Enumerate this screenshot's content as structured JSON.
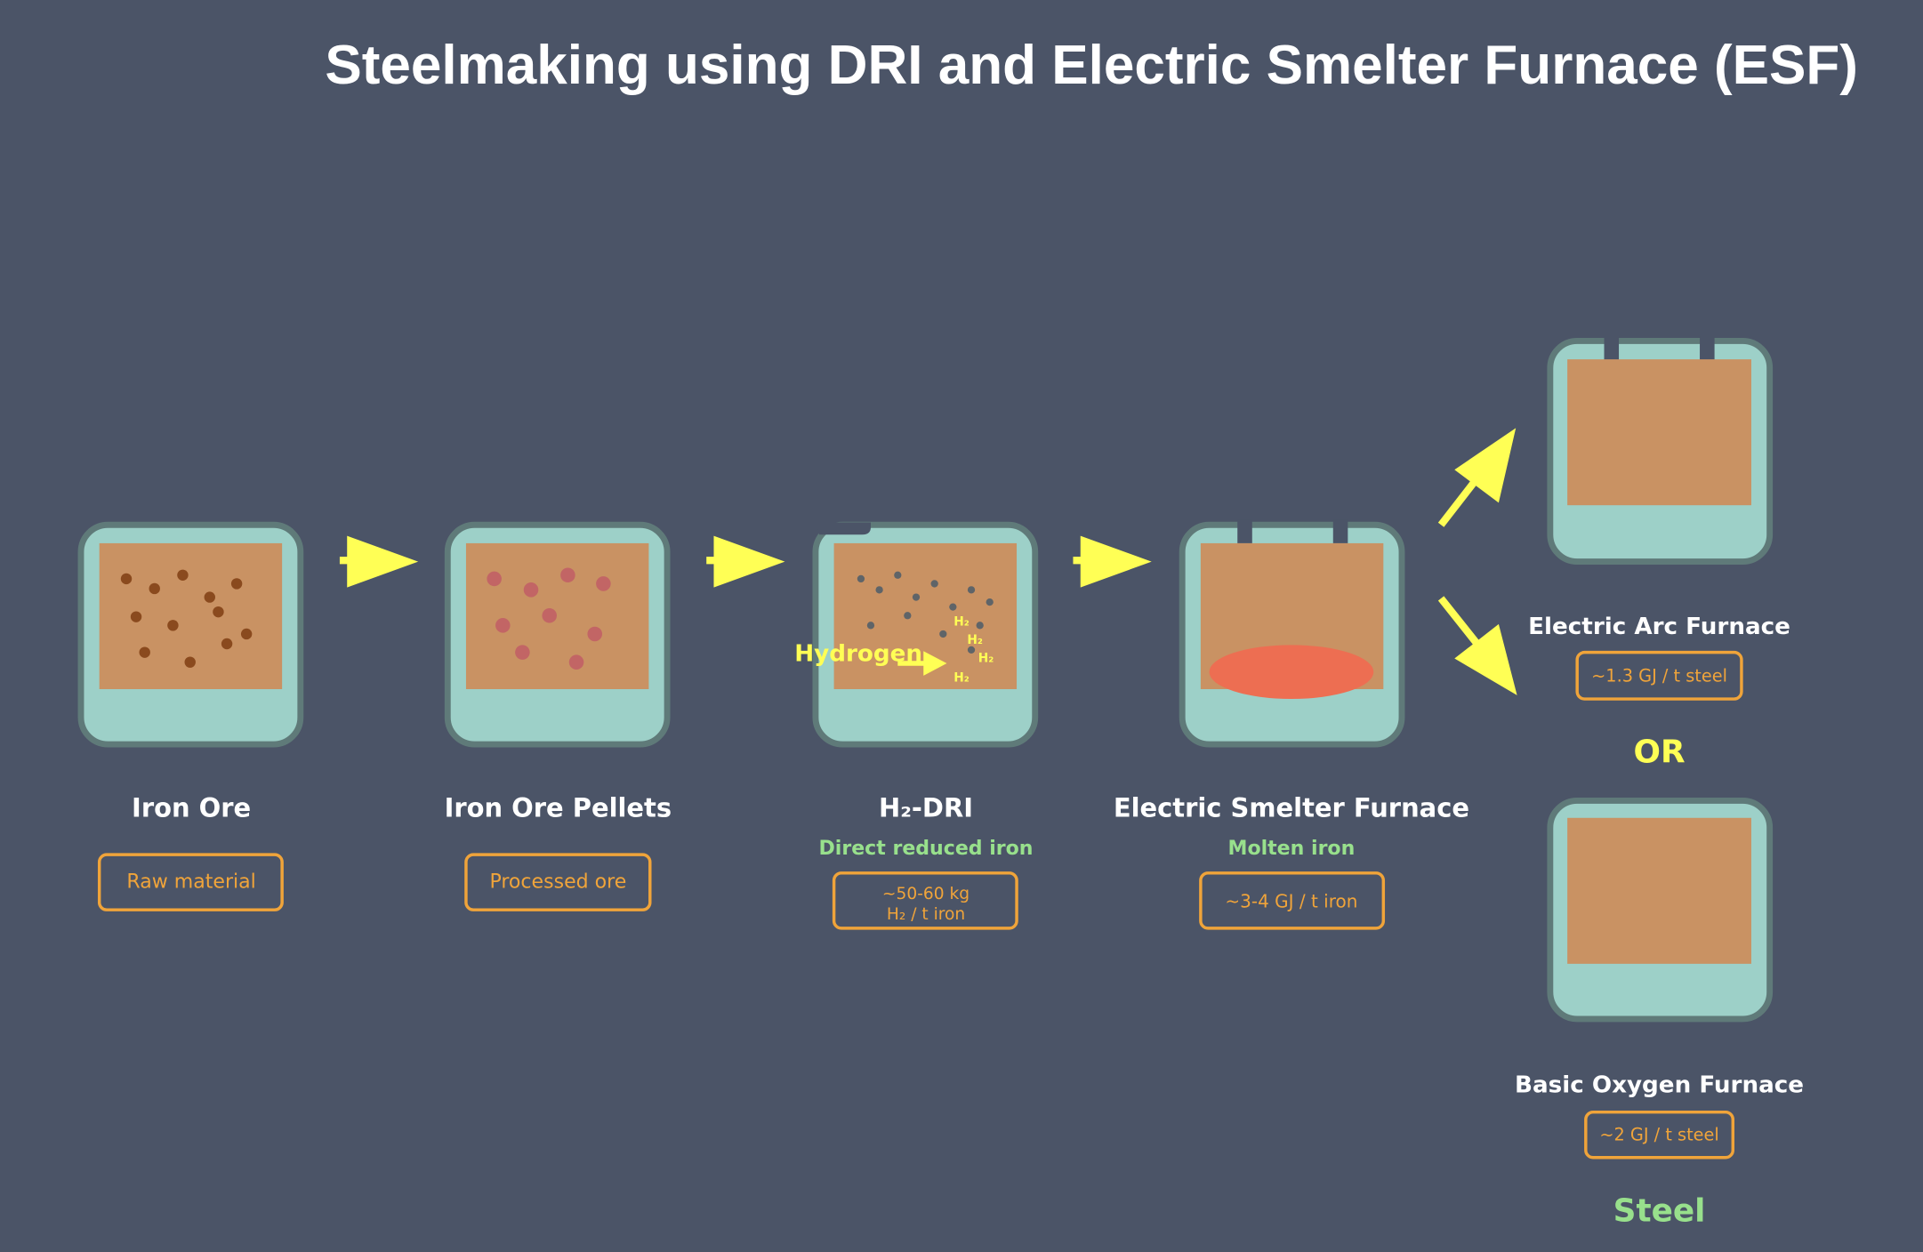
{
  "title": "Steelmaking using DRI and Electric Smelter Furnace (ESF)",
  "colors": {
    "background": "#4b5467",
    "vessel_fill": "#9dd0c8",
    "vessel_border": "#5f7a79",
    "material": "#c99263",
    "ore_particle": "#8a4a1e",
    "pellet": "#c26565",
    "dri_particle": "#5f6468",
    "molten": "#ed6e52",
    "arrow": "#ffff55",
    "badge_border": "#f0a43a",
    "subtitle_green": "#98e08c"
  },
  "stages": [
    {
      "id": "iron-ore",
      "name": "Iron Ore",
      "subtitle": "",
      "badge": [
        "Raw material"
      ]
    },
    {
      "id": "pellets",
      "name": "Iron Ore Pellets",
      "subtitle": "",
      "badge": [
        "Processed ore"
      ]
    },
    {
      "id": "h2-dri",
      "name": "H₂-DRI",
      "subtitle": "Direct reduced iron",
      "badge": [
        "~50-60 kg",
        "H₂ / t iron"
      ]
    },
    {
      "id": "esf",
      "name": "Electric Smelter Furnace",
      "subtitle": "Molten iron",
      "badge": [
        "~3-4 GJ / t iron"
      ]
    }
  ],
  "outputs": [
    {
      "id": "eaf",
      "name": "Electric Arc Furnace",
      "badge": "~1.3 GJ / t steel"
    },
    {
      "id": "bof",
      "name": "Basic Oxygen Furnace",
      "badge": "~2 GJ / t steel"
    }
  ],
  "hydrogen_label": "Hydrogen",
  "h2_label": "H₂",
  "or_label": "OR",
  "final_label": "Steel"
}
